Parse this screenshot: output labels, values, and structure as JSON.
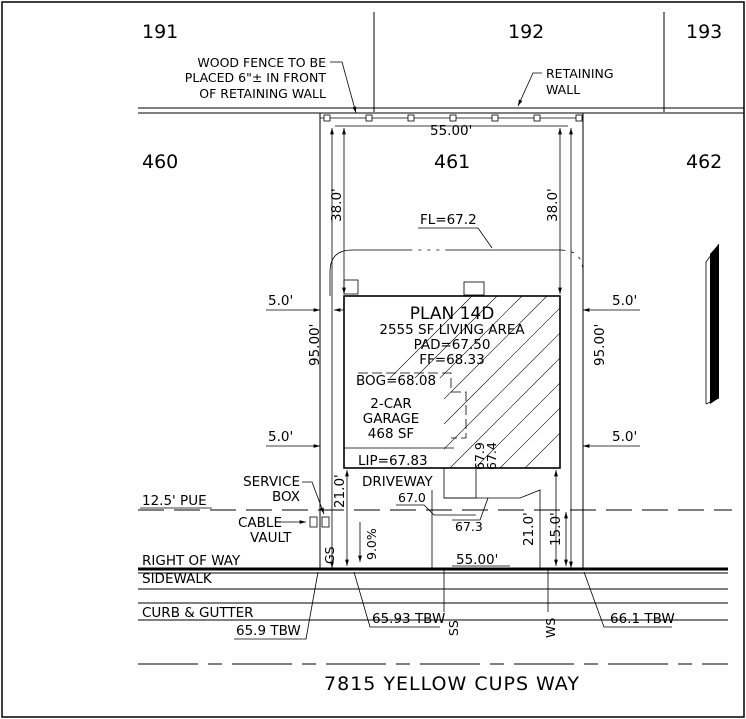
{
  "lots": {
    "top_left": "191",
    "top_mid": "192",
    "top_right": "193",
    "left": "460",
    "center": "461",
    "right": "462"
  },
  "notes": {
    "fence_1": "WOOD FENCE TO BE",
    "fence_2": "PLACED 6\"± IN FRONT",
    "fence_3": "OF RETAINING WALL",
    "wall_1": "RETAINING",
    "wall_2": "WALL"
  },
  "dims": {
    "rear_width": "55.00'",
    "front_width": "55.00'",
    "rear_setback_left": "38.0'",
    "rear_setback_right": "38.0'",
    "depth_left": "95.00'",
    "depth_right": "95.00'",
    "side_left_top": "5.0'",
    "side_right_top": "5.0'",
    "side_left_bottom": "5.0'",
    "side_right_bottom": "5.0'",
    "front_setback_left": "21.0'",
    "front_setback_right": "21.0'",
    "pue_depth": "15.0'",
    "slope": "9.0%"
  },
  "house": {
    "plan": "PLAN 14D",
    "area": "2555 SF LIVING AREA",
    "pad": "PAD=67.50",
    "ff": "FF=68.33",
    "bog": "BOG=68.08",
    "garage_1": "2-CAR",
    "garage_2": "GARAGE",
    "garage_3": "468 SF",
    "lip": "LIP=67.83",
    "elev_a": "67.9",
    "elev_b": "67.4"
  },
  "grading": {
    "fl": "FL=67.2",
    "driveway": "DRIVEWAY",
    "drive_elev": "67.0",
    "drive_elev2": "67.3"
  },
  "utilities": {
    "service_1": "SERVICE",
    "service_2": "BOX",
    "cable_1": "CABLE",
    "cable_2": "VAULT",
    "gs": "GS",
    "ss": "SS",
    "ws": "WS",
    "tbw_left": "65.9 TBW",
    "tbw_mid": "65.93 TBW",
    "tbw_right": "66.1 TBW"
  },
  "frontage": {
    "pue": "12.5' PUE",
    "right_of_way": "RIGHT OF WAY",
    "sidewalk": "SIDEWALK",
    "curb": "CURB & GUTTER",
    "street": "7815 YELLOW CUPS WAY"
  }
}
